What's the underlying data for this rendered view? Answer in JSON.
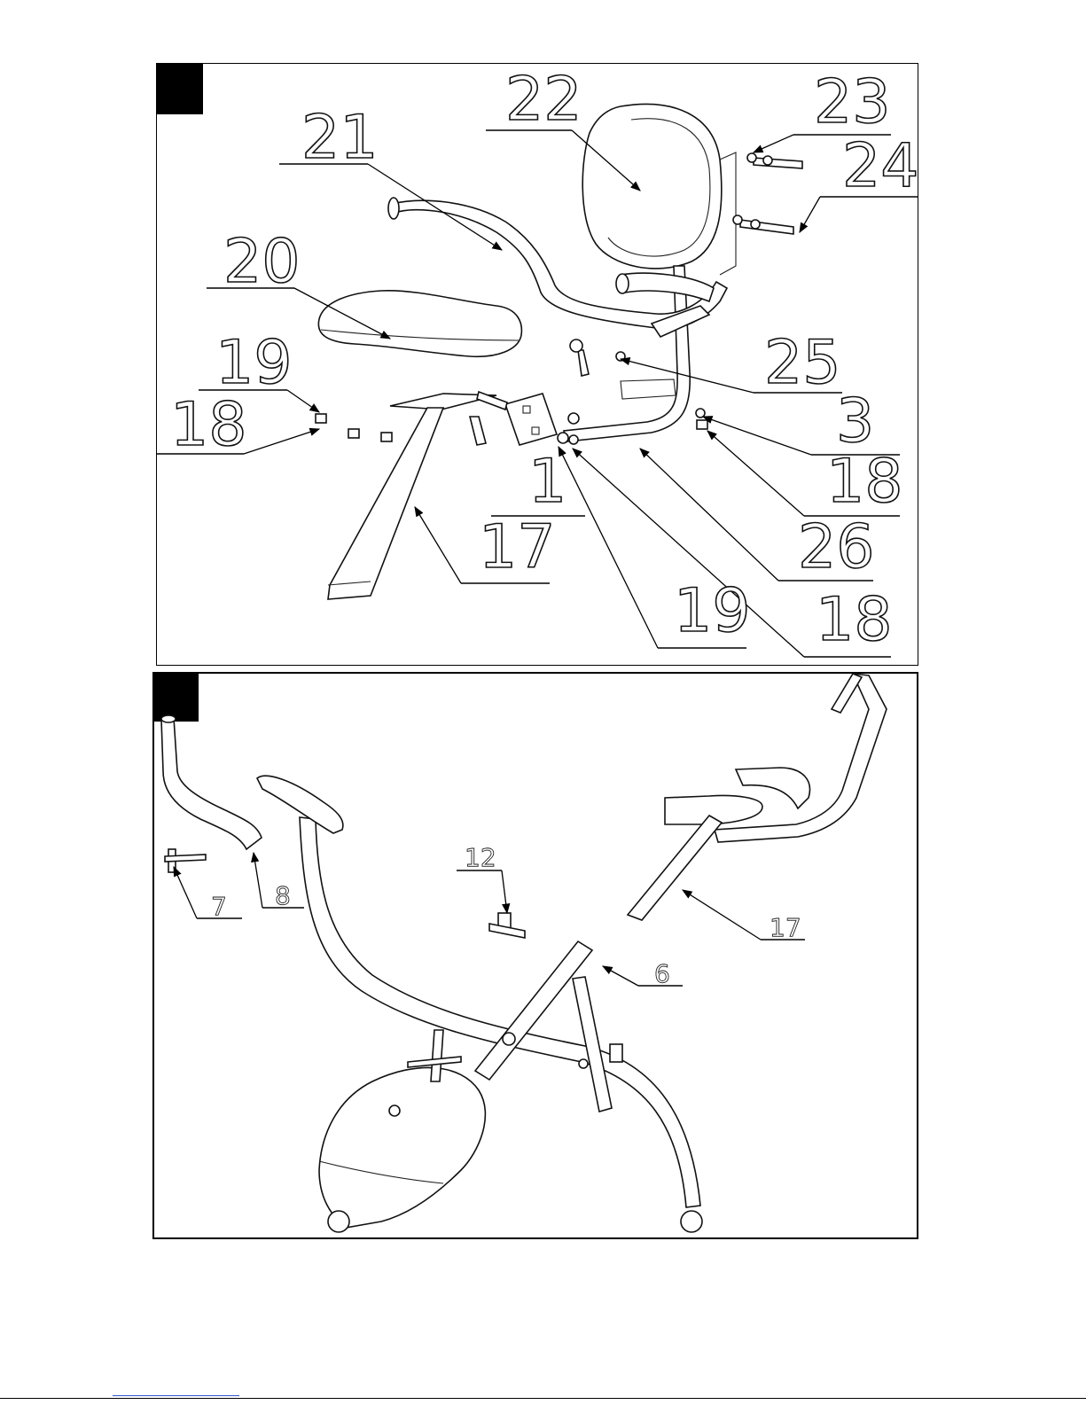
{
  "diagram": {
    "top_panel": {
      "callouts": [
        "22",
        "21",
        "23",
        "24",
        "20",
        "19",
        "18",
        "25",
        "3",
        "18",
        "1",
        "26",
        "17",
        "19",
        "18"
      ]
    },
    "bottom_panel": {
      "callouts": [
        "12",
        "7",
        "8",
        "6",
        "17"
      ]
    }
  },
  "colors": {
    "ink": "#000000",
    "paper": "#ffffff",
    "link": "#3355cc"
  }
}
